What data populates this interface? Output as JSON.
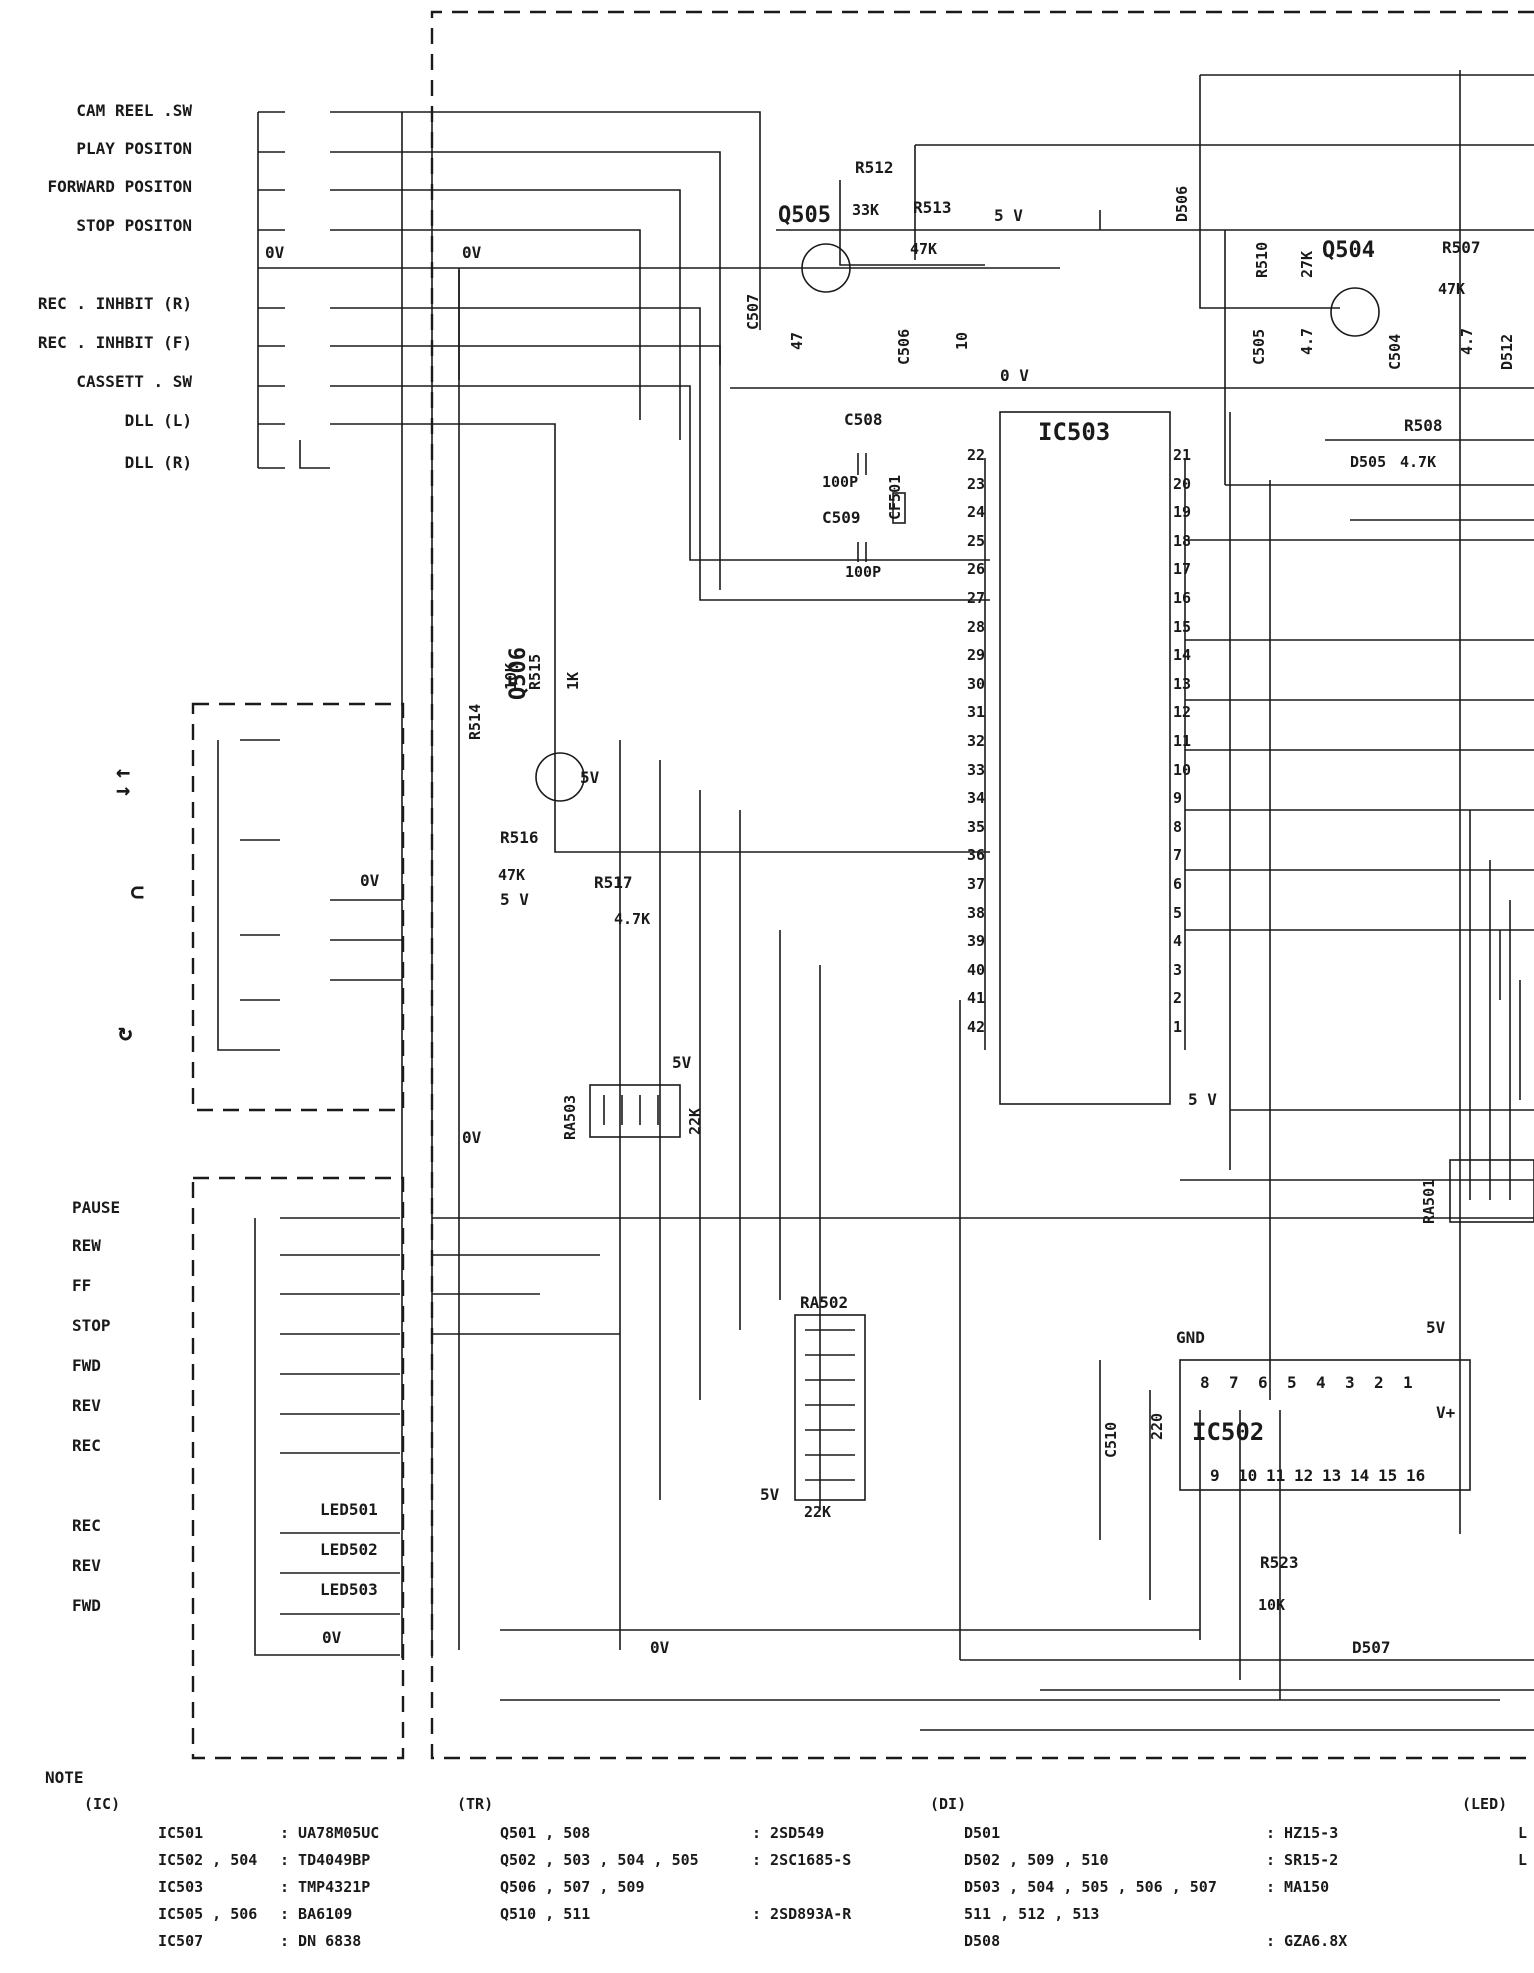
{
  "left_switches": [
    "CAM REEL .SW",
    "PLAY  POSITON",
    "FORWARD POSITON",
    "STOP POSITON",
    "REC . INHBIT (R)",
    "REC . INHBIT (F)",
    "CASSETT . SW",
    "DLL  (L)",
    "DLL  (R)"
  ],
  "button_labels": [
    "PAUSE",
    "REW",
    "FF",
    "STOP",
    "FWD",
    "REV",
    "REC"
  ],
  "led_labels": [
    "REC",
    "REV",
    "FWD"
  ],
  "led_refs": [
    "LED501",
    "LED502",
    "LED503"
  ],
  "ic503": {
    "ref": "IC503",
    "left_pins": [
      "22",
      "23",
      "24",
      "25",
      "26",
      "27",
      "28",
      "29",
      "30",
      "31",
      "32",
      "33",
      "34",
      "35",
      "36",
      "37",
      "38",
      "39",
      "40",
      "41",
      "42"
    ],
    "right_pins": [
      "21",
      "20",
      "19",
      "18",
      "17",
      "16",
      "15",
      "14",
      "13",
      "12",
      "11",
      "10",
      "9",
      "8",
      "7",
      "6",
      "5",
      "4",
      "3",
      "2",
      "1"
    ]
  },
  "ic502": {
    "ref": "IC502",
    "top_pins": [
      "8",
      "7",
      "6",
      "5",
      "4",
      "3",
      "2",
      "1"
    ],
    "bottom_pins": [
      "9",
      "10",
      "11",
      "12",
      "13",
      "14",
      "15",
      "16"
    ],
    "vplus": "V+",
    "gnd": "GND"
  },
  "components": {
    "q505": "Q505",
    "q504": "Q504",
    "q506": "Q506",
    "r512": "R512",
    "r512_val": "33K",
    "r513": "R513",
    "r513_val": "47K",
    "r510": "R510",
    "r510_val": "27K",
    "r507": "R507",
    "r507_val": "47K",
    "r508": "R508",
    "r508_val": "4.7K",
    "d505": "D505",
    "d506": "D506",
    "d512": "D512",
    "c507": "C507",
    "c507_val": "47",
    "c506": "C506",
    "c506_val": "10",
    "c505": "C505",
    "c505_val": "4.7",
    "c504": "C504",
    "c504_val": "4.7",
    "c508": "C508",
    "c508_val": "100P",
    "c509": "C509",
    "c509_val": "100P",
    "cf501": "CF501",
    "r514": "R514",
    "r514_val": "10K",
    "r515": "R515",
    "r515_val": "1K",
    "r516": "R516",
    "r516_val": "47K",
    "r517": "R517",
    "r517_val": "4.7K",
    "ra503": "RA503",
    "ra503_val": "22K",
    "ra502": "RA502",
    "ra502_val": "22K",
    "ra501": "RA501",
    "c510": "C510",
    "c510_val": "220",
    "r523": "R523",
    "r523_val": "10K",
    "d507": "D507"
  },
  "net_labels": {
    "v5": "5V",
    "v5s": "5 V",
    "v0": "0V",
    "v0s": "0 V",
    "gnd": "GND"
  },
  "arrows": {
    "right": "→",
    "left": "←"
  },
  "notes": {
    "title": "NOTE",
    "ic_header": "(IC)",
    "tr_header": "(TR)",
    "di_header": "(DI)",
    "led_header": "(LED)",
    "ic": [
      [
        "IC501",
        ": UA78M05UC"
      ],
      [
        "IC502 , 504",
        ": TD4049BP"
      ],
      [
        "IC503",
        ": TMP4321P"
      ],
      [
        "IC505 , 506",
        ": BA6109"
      ],
      [
        "IC507",
        ": DN 6838"
      ]
    ],
    "tr": [
      [
        "Q501 , 508",
        ": 2SD549"
      ],
      [
        "Q502 , 503 , 504 , 505",
        ": 2SC1685-S"
      ],
      [
        "  Q506 , 507 , 509",
        ""
      ],
      [
        "Q510 , 511",
        ": 2SD893A-R"
      ]
    ],
    "di": [
      [
        "D501",
        ": HZ15-3"
      ],
      [
        "D502 , 509 , 510",
        ": SR15-2"
      ],
      [
        "D503 , 504 , 505 , 506 , 507",
        ": MA150"
      ],
      [
        " 511 , 512 , 513",
        ""
      ],
      [
        "D508",
        ": GZA6.8X"
      ]
    ],
    "led": [
      "L",
      "L"
    ]
  },
  "colors": {
    "ink": "#1a1a1a",
    "paper": "#ffffff"
  }
}
